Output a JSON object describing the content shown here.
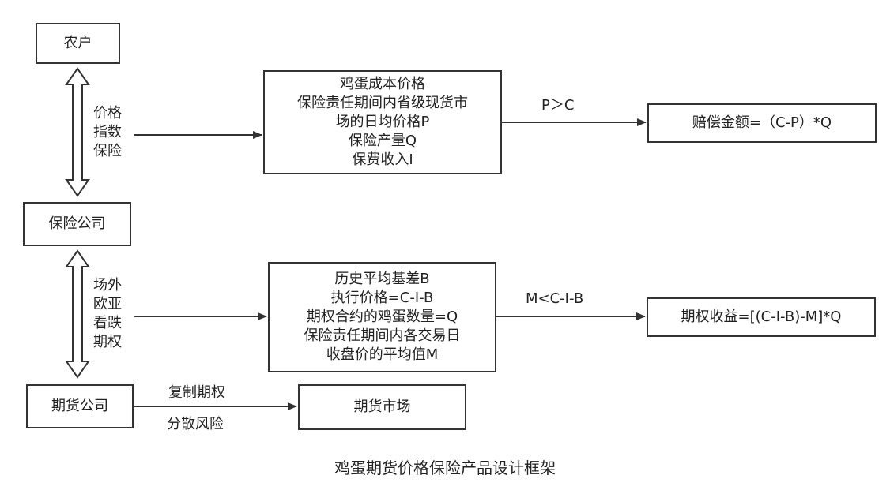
{
  "nodes": {
    "farmer": "农户",
    "insurance_company": "保险公司",
    "futures_company": "期货公司",
    "futures_market": "期货市场",
    "price_info": [
      "鸡蛋成本价格",
      "保险责任期间内省级现货市",
      "场的日均价格P",
      "保险产量Q",
      "保费收入I"
    ],
    "option_info": [
      "历史平均基差B",
      "执行价格=C-I-B",
      "期权合约的鸡蛋数量=Q",
      "保险责任期间内各交易日",
      "收盘价的平均值M"
    ],
    "payout": "赔偿金额=（C-P）*Q",
    "option_gain": "期权收益=[(C-I-B)-M]*Q"
  },
  "edges": {
    "price_index_insurance": [
      "价格",
      "指数",
      "保险"
    ],
    "otc_put_option": [
      "场外",
      "欧亚",
      "看跌",
      "期权"
    ],
    "cond_payout": "P＞C",
    "cond_option": "M<C-I-B",
    "replicate_option": "复制期权",
    "spread_risk": "分散风险"
  },
  "caption": "鸡蛋期货价格保险产品设计框架"
}
